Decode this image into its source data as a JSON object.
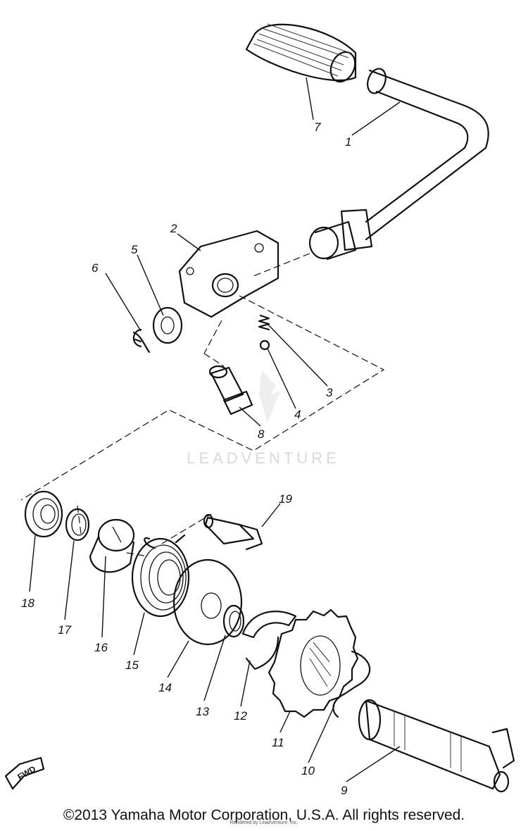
{
  "diagram": {
    "callouts": [
      "1",
      "2",
      "3",
      "4",
      "5",
      "6",
      "7",
      "8",
      "9",
      "10",
      "11",
      "12",
      "13",
      "14",
      "15",
      "16",
      "17",
      "18",
      "19"
    ],
    "watermark": "LEADVENTURE",
    "fwd_label": "FWD"
  },
  "footer": {
    "copyright": "©2013 Yamaha Motor Corporation, U.S.A. All rights reserved.",
    "rendered_by": "Rendered by LeadVenture, Inc."
  }
}
